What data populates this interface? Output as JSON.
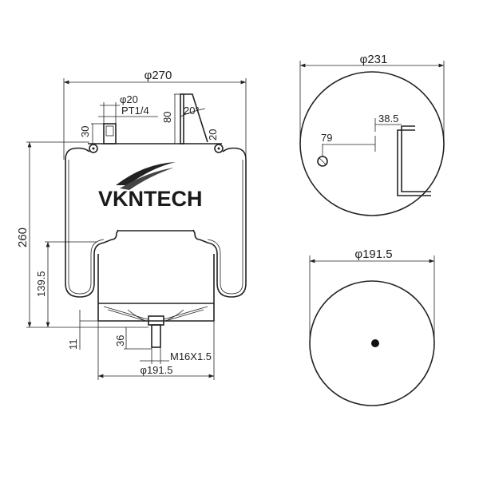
{
  "logo": {
    "text": "VKNTECH"
  },
  "side_view": {
    "dims": {
      "outer_diameter": "φ270",
      "port_diameter": "φ20",
      "port_thread": "PT1/4",
      "port_height": "30",
      "bracket_height": "80",
      "bracket_angle": "20°",
      "bracket_width": "20",
      "overall_height": "260",
      "piston_height": "139.5",
      "base_offset": "11",
      "stud_length": "36",
      "stud_thread": "M16X1.5",
      "piston_diameter": "φ191.5"
    }
  },
  "top_view": {
    "dims": {
      "diameter": "φ231",
      "port_offset": "79",
      "bracket_offset": "38.5"
    }
  },
  "bottom_view": {
    "dims": {
      "diameter": "φ191.5"
    }
  }
}
